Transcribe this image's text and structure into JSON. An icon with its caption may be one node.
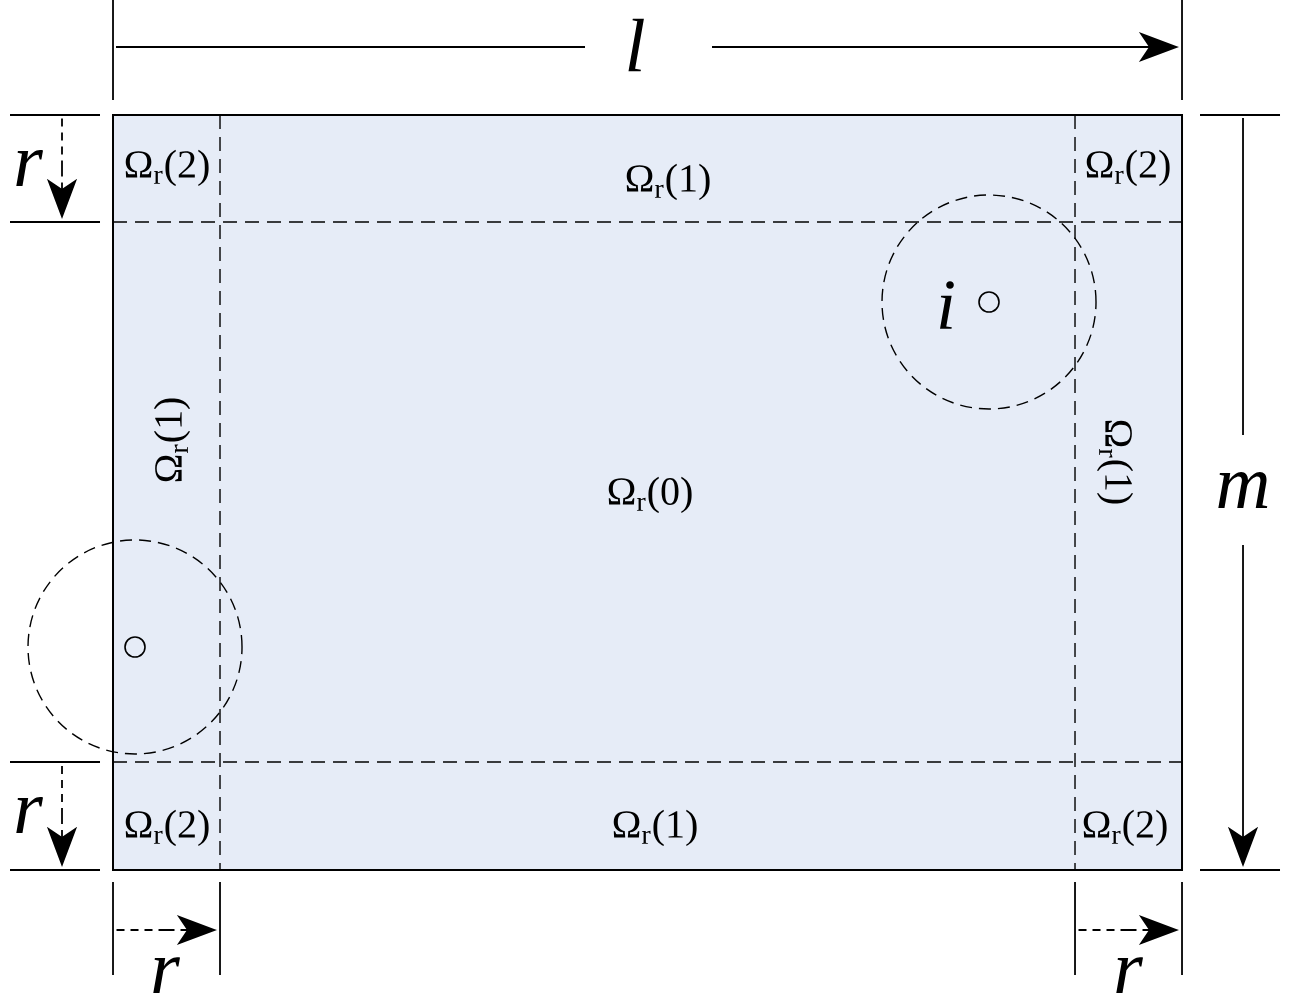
{
  "diagram": {
    "labels": [
      "l",
      "r",
      "Ω$_{r}$(2)",
      "Ω$_{r}$(1)",
      "Ω$_{r}$(2)",
      "i",
      "m",
      "Ω$_{r}$(1)",
      "Ω$_{r}$(0)",
      "Ω$_{r}$(1)",
      "r",
      "Ω$_{r}$(2)",
      "Ω$_{r}$(1)",
      "Ω$_{r}$(2)",
      "r",
      "r"
    ]
  }
}
